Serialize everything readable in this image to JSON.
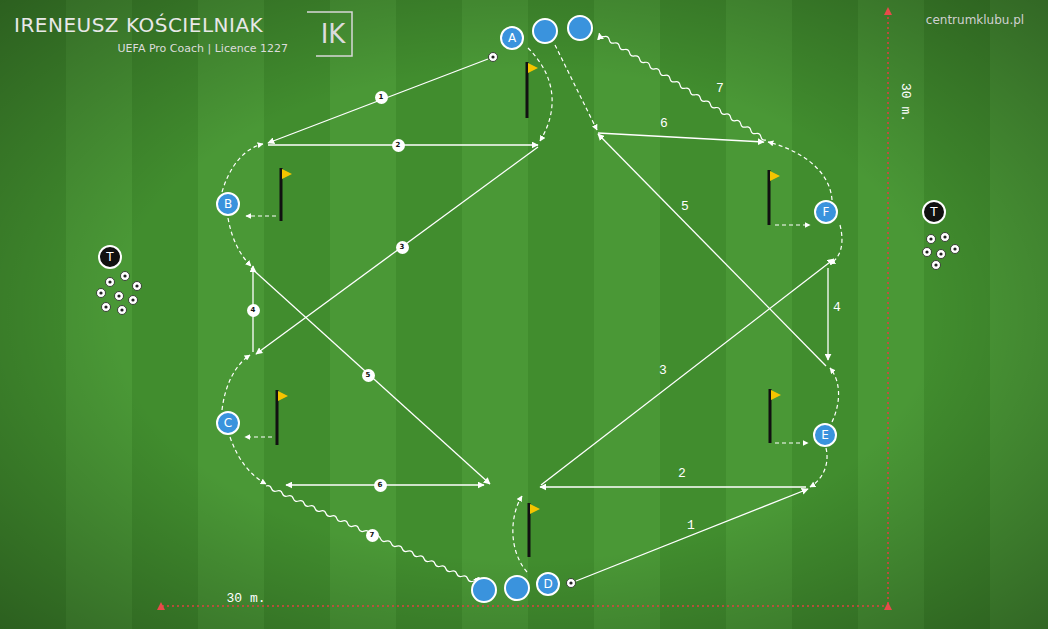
{
  "diagram": {
    "title": "IRENEUSZ KOŚCIELNIAK",
    "nodes": [
      {
        "text": [
          "A"
        ]
      },
      {
        "text": [
          "B"
        ]
      },
      {
        "text": [
          "F"
        ]
      },
      {
        "text": [
          "T"
        ]
      },
      {
        "text": [
          "T"
        ]
      },
      {
        "text": [
          "C"
        ]
      },
      {
        "text": [
          "E"
        ]
      },
      {
        "text": [
          "D"
        ]
      }
    ],
    "labels": [
      "UEFA Pro Coach | Licence 1227",
      "IK",
      "centrumklubu.pl",
      "30 m.",
      "1",
      "2",
      "3",
      "4",
      "5",
      "6",
      "7",
      "7",
      "6",
      "5",
      "4",
      "3",
      "2",
      "1",
      "30 m."
    ]
  }
}
